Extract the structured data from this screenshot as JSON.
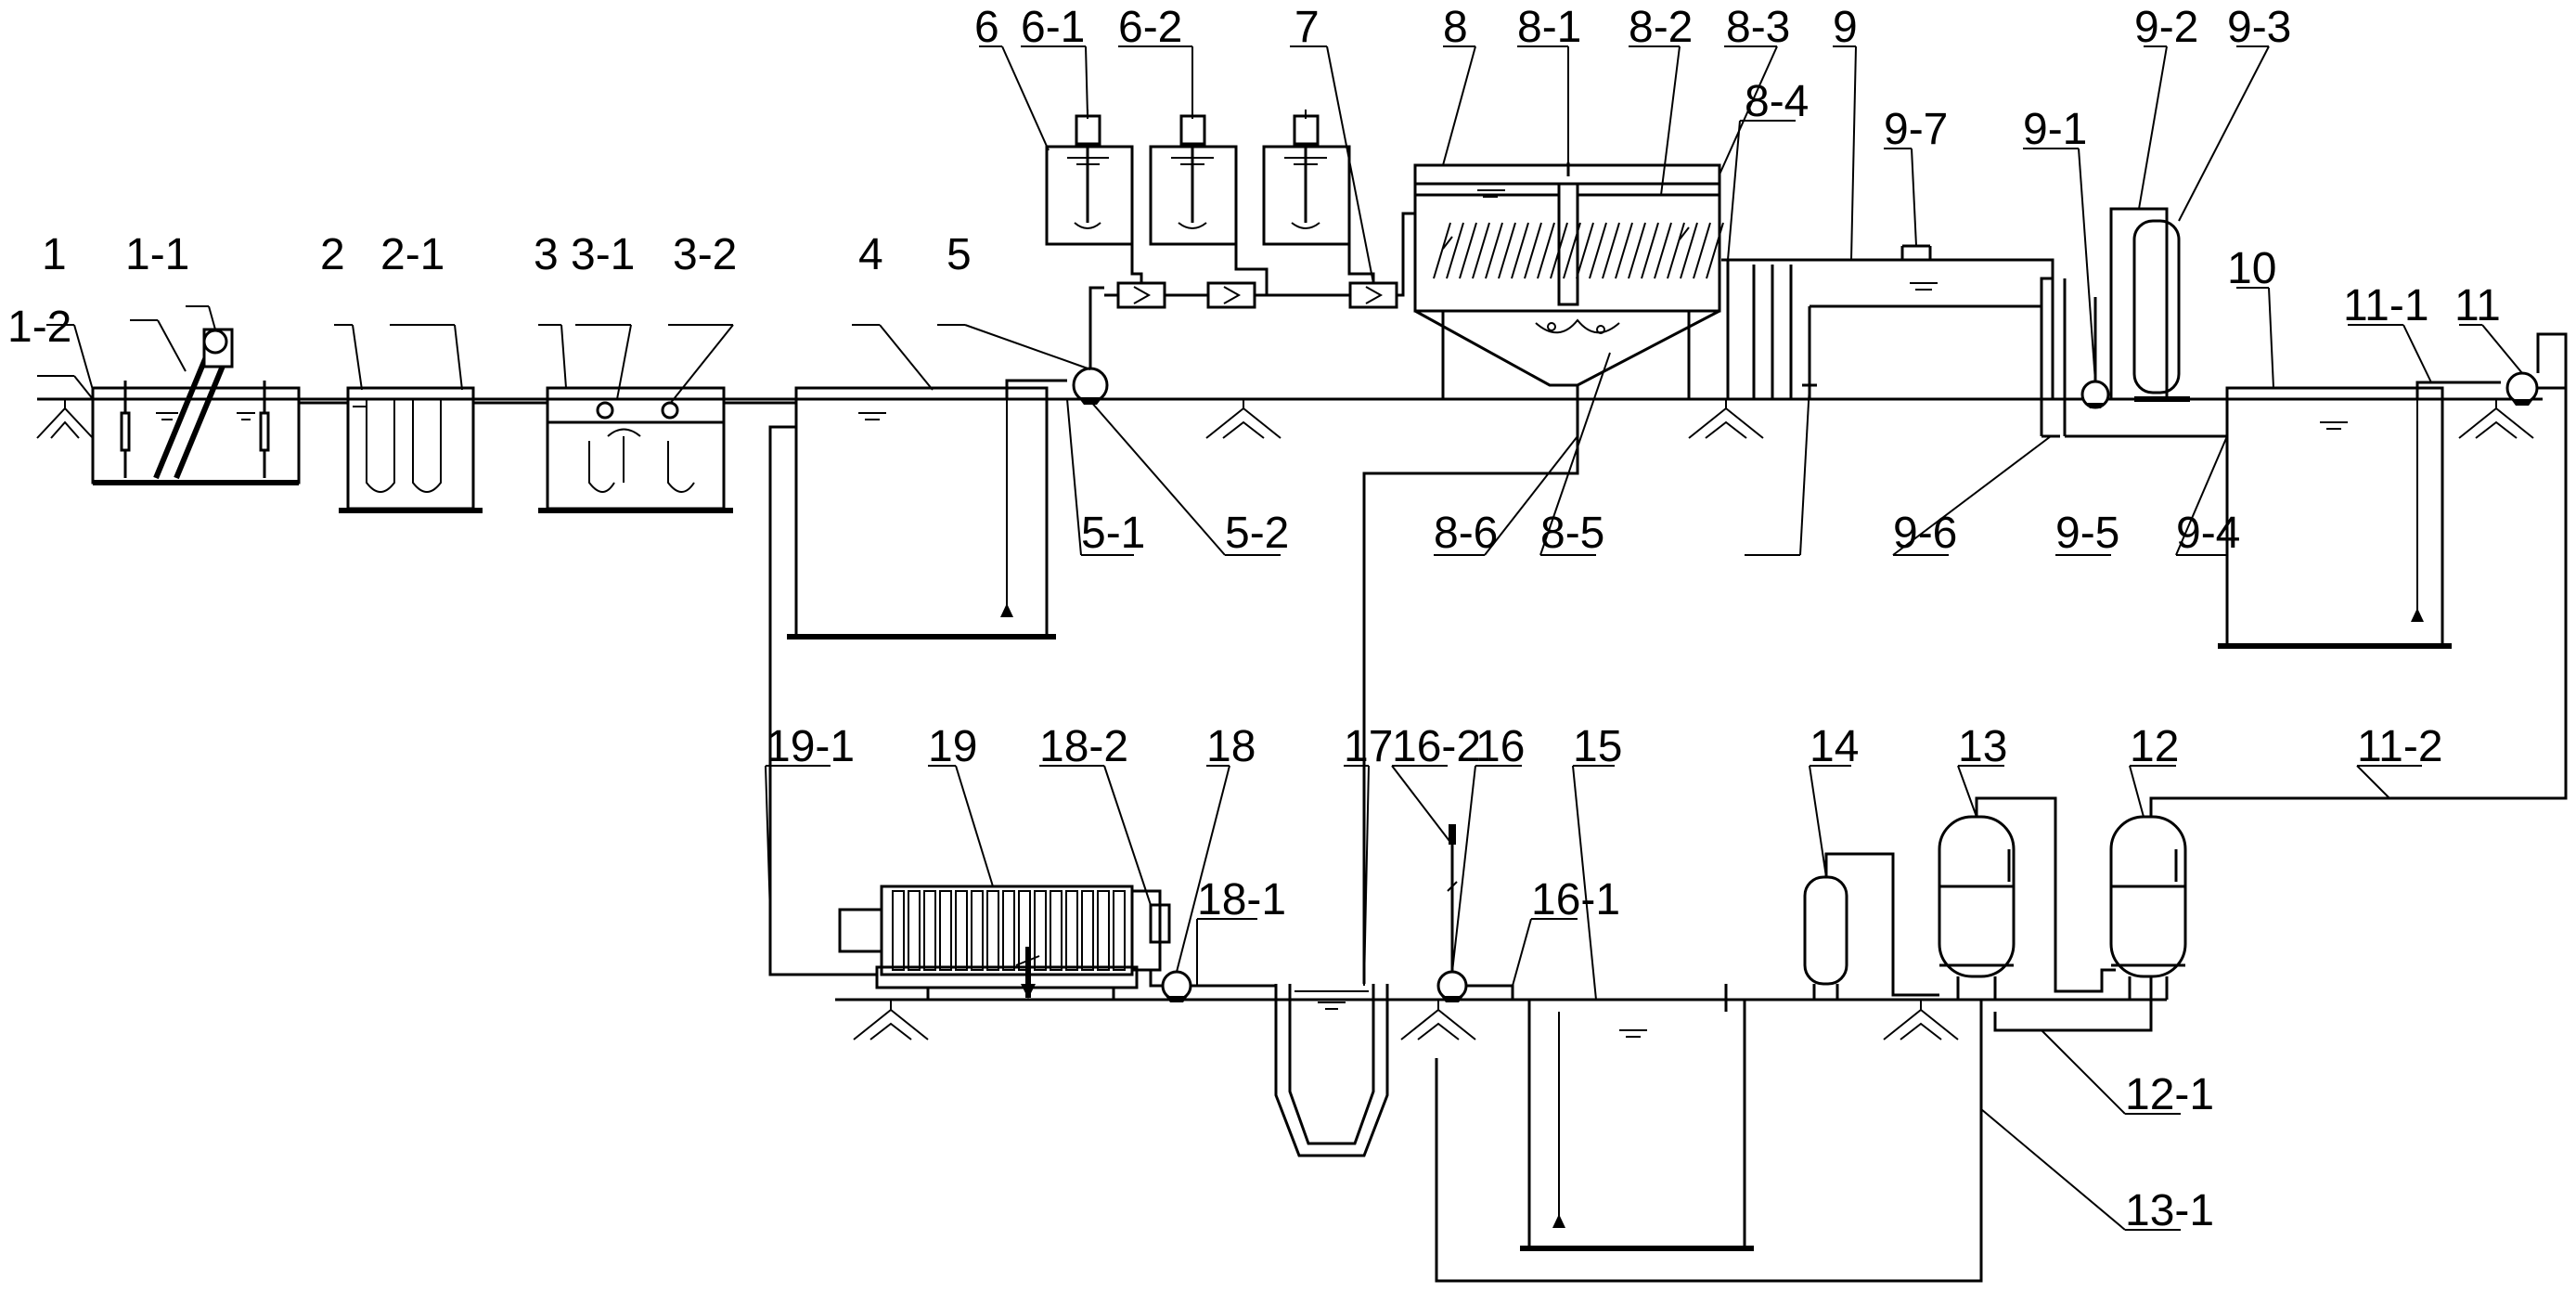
{
  "labels": [
    {
      "id": "l-1",
      "text": "1"
    },
    {
      "id": "l-1-1",
      "text": "1-1"
    },
    {
      "id": "l-1-2",
      "text": "1-2"
    },
    {
      "id": "l-2",
      "text": "2"
    },
    {
      "id": "l-2-1",
      "text": "2-1"
    },
    {
      "id": "l-3",
      "text": "3"
    },
    {
      "id": "l-3-1",
      "text": "3-1"
    },
    {
      "id": "l-3-2",
      "text": "3-2"
    },
    {
      "id": "l-4",
      "text": "4"
    },
    {
      "id": "l-5",
      "text": "5"
    },
    {
      "id": "l-5-1",
      "text": "5-1"
    },
    {
      "id": "l-5-2",
      "text": "5-2"
    },
    {
      "id": "l-6",
      "text": "6"
    },
    {
      "id": "l-6-1",
      "text": "6-1"
    },
    {
      "id": "l-6-2",
      "text": "6-2"
    },
    {
      "id": "l-7",
      "text": "7"
    },
    {
      "id": "l-8",
      "text": "8"
    },
    {
      "id": "l-8-1",
      "text": "8-1"
    },
    {
      "id": "l-8-2",
      "text": "8-2"
    },
    {
      "id": "l-8-3",
      "text": "8-3"
    },
    {
      "id": "l-8-4",
      "text": "8-4"
    },
    {
      "id": "l-8-5",
      "text": "8-5"
    },
    {
      "id": "l-8-6",
      "text": "8-6"
    },
    {
      "id": "l-9",
      "text": "9"
    },
    {
      "id": "l-9-1",
      "text": "9-1"
    },
    {
      "id": "l-9-2",
      "text": "9-2"
    },
    {
      "id": "l-9-3",
      "text": "9-3"
    },
    {
      "id": "l-9-4",
      "text": "9-4"
    },
    {
      "id": "l-9-5",
      "text": "9-5"
    },
    {
      "id": "l-9-6",
      "text": "9-6"
    },
    {
      "id": "l-9-7",
      "text": "9-7"
    },
    {
      "id": "l-10",
      "text": "10"
    },
    {
      "id": "l-11",
      "text": "11"
    },
    {
      "id": "l-11-1",
      "text": "11-1"
    },
    {
      "id": "l-11-2",
      "text": "11-2"
    },
    {
      "id": "l-12",
      "text": "12"
    },
    {
      "id": "l-12-1",
      "text": "12-1"
    },
    {
      "id": "l-13",
      "text": "13"
    },
    {
      "id": "l-13-1",
      "text": "13-1"
    },
    {
      "id": "l-14",
      "text": "14"
    },
    {
      "id": "l-15",
      "text": "15"
    },
    {
      "id": "l-16",
      "text": "16"
    },
    {
      "id": "l-16-1",
      "text": "16-1"
    },
    {
      "id": "l-16-2",
      "text": "16-2"
    },
    {
      "id": "l-17",
      "text": "17"
    },
    {
      "id": "l-18",
      "text": "18"
    },
    {
      "id": "l-18-1",
      "text": "18-1"
    },
    {
      "id": "l-18-2",
      "text": "18-2"
    },
    {
      "id": "l-19",
      "text": "19"
    },
    {
      "id": "l-19-1",
      "text": "19-1"
    }
  ]
}
